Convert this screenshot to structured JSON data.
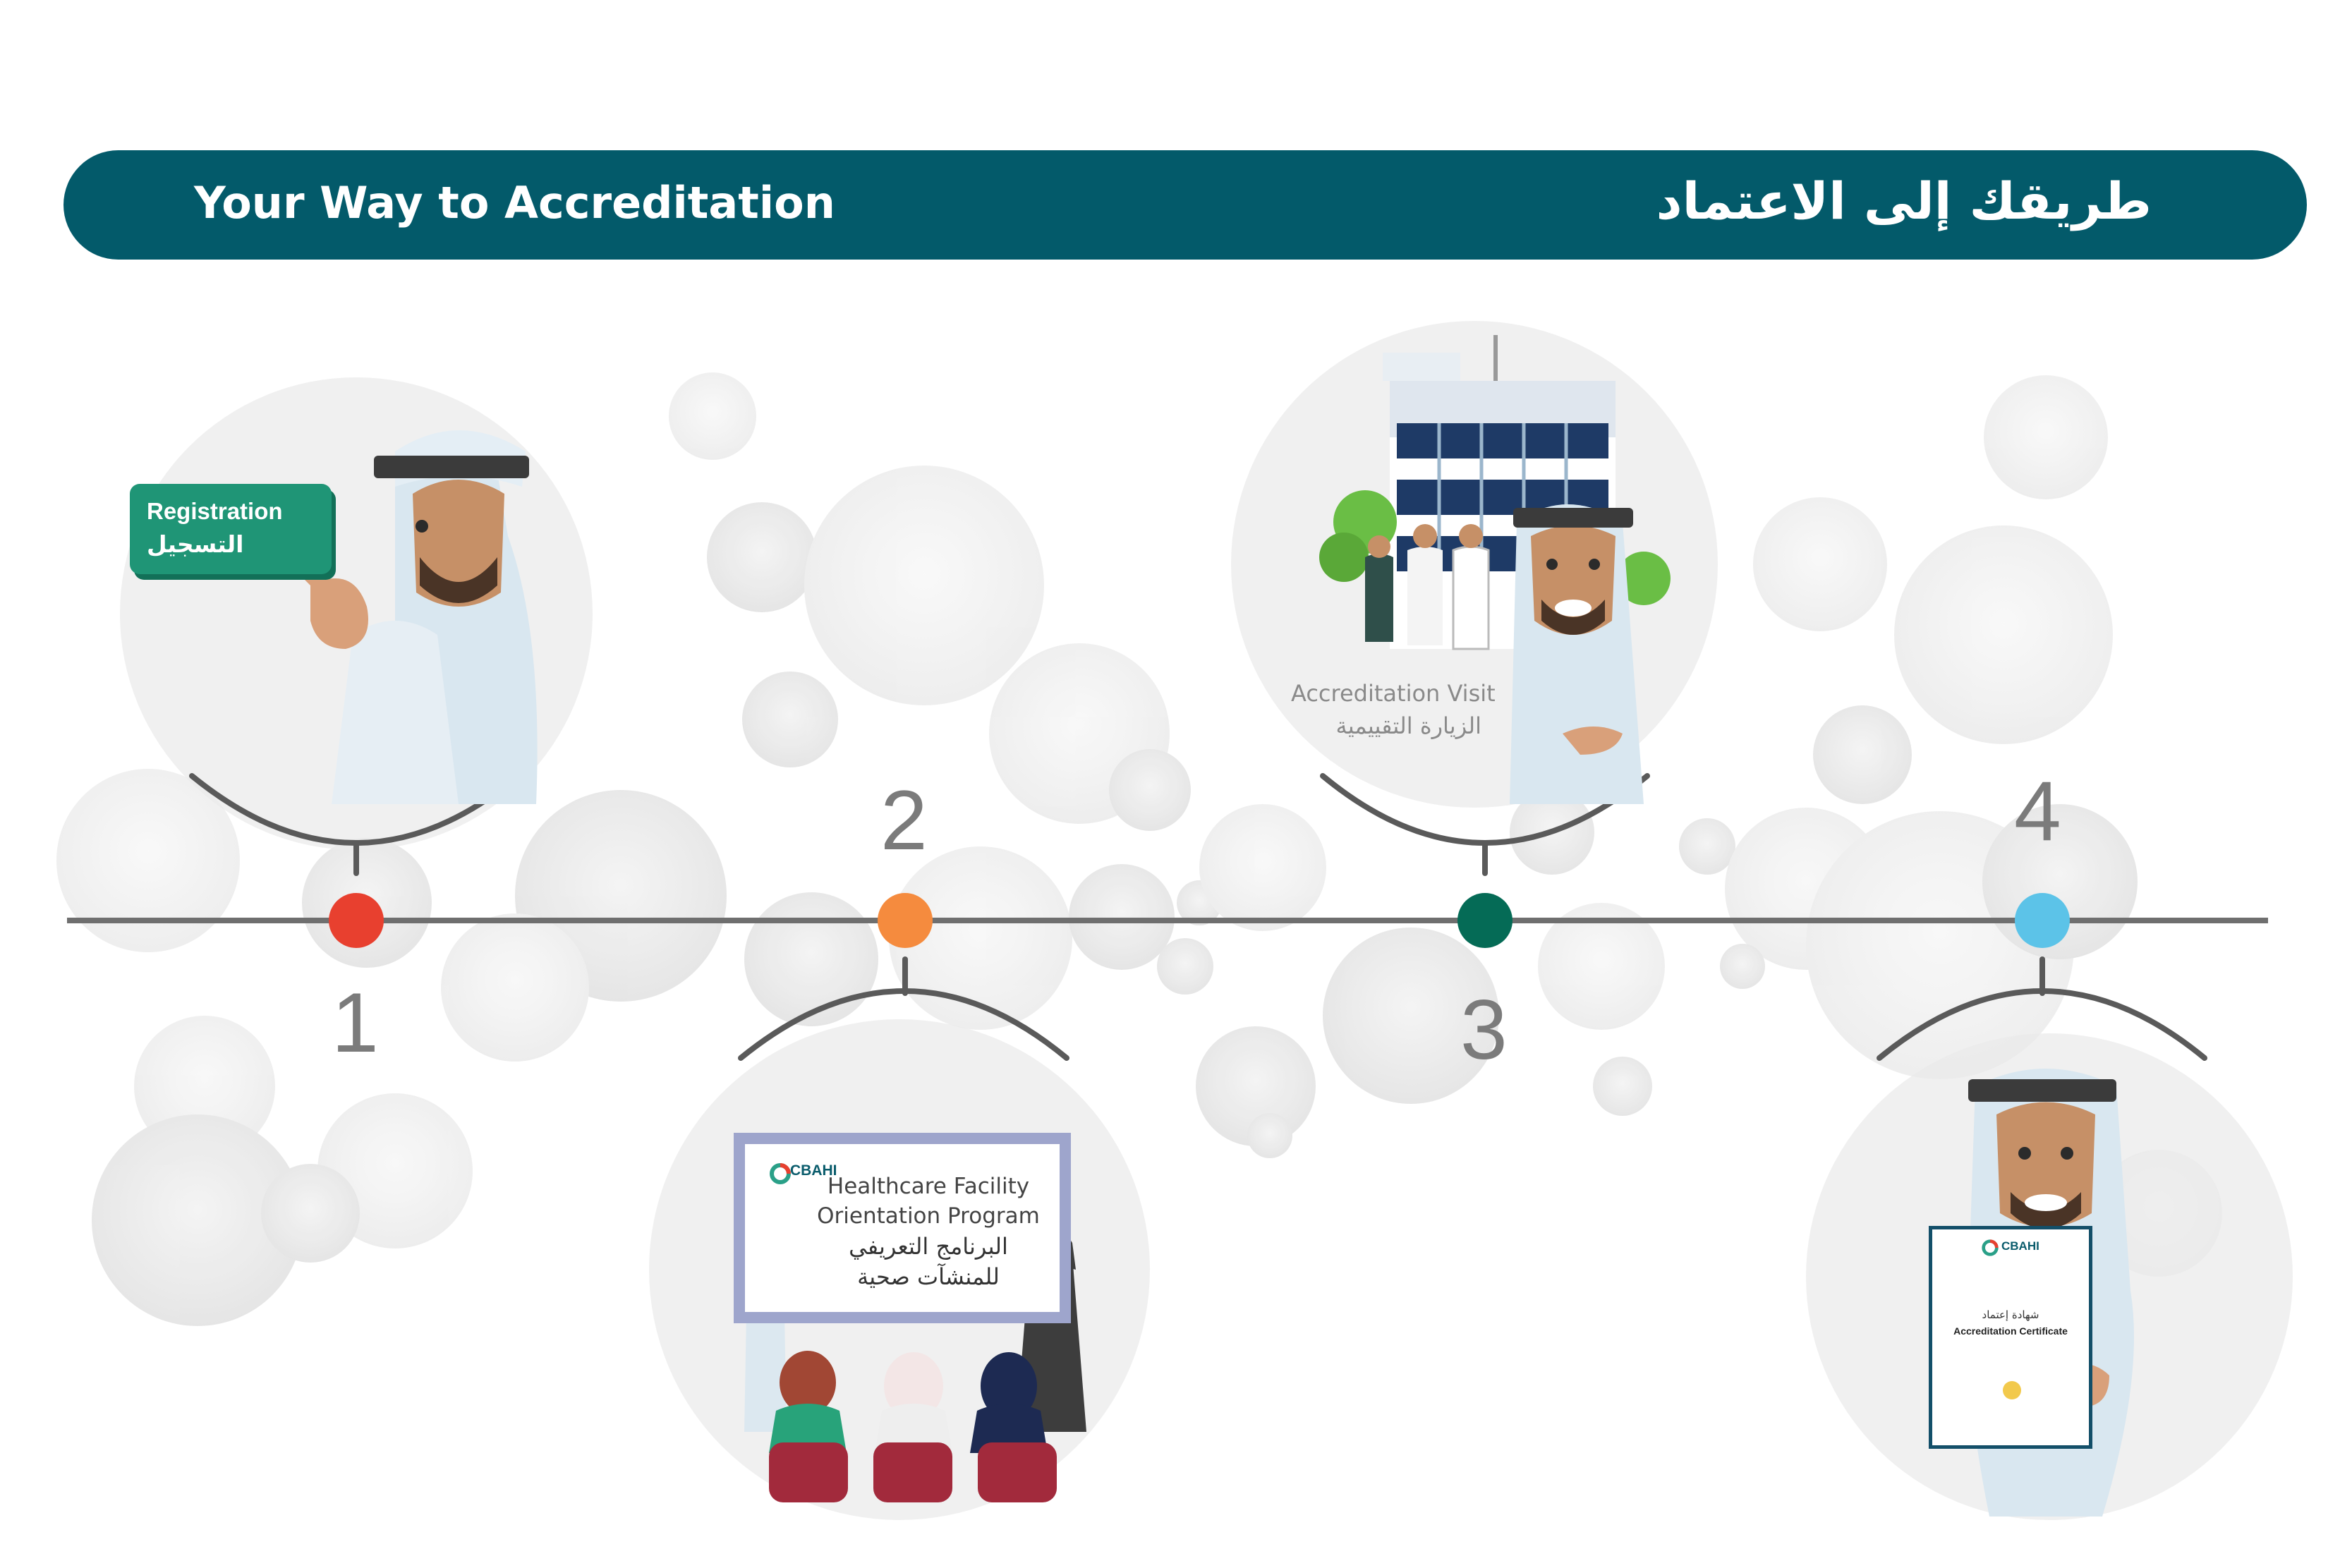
{
  "banner": {
    "title_en": "Your Way to Accreditation",
    "title_ar": "طريقك إلى الاعتماد",
    "color": "#035a6a"
  },
  "timeline": {
    "line_color": "#6f6f6f",
    "steps": [
      {
        "number": "1",
        "dot_color": "#e8402f"
      },
      {
        "number": "2",
        "dot_color": "#f58b3e"
      },
      {
        "number": "3",
        "dot_color": "#056b56"
      },
      {
        "number": "4",
        "dot_color": "#5cc3e8"
      }
    ]
  },
  "step1": {
    "sign_en": "Registration",
    "sign_ar": "التسجيل",
    "sign_color": "#1f9576"
  },
  "step2": {
    "logo": "CBAHI",
    "board_line1": "Healthcare Facility",
    "board_line2": "Orientation  Program",
    "board_ar_line1": "البرنامج التعريفي",
    "board_ar_line2": "للمنشآت صحية"
  },
  "step3": {
    "label_en": "Accreditation Visit",
    "label_ar": "الزيارة التقييمية"
  },
  "step4": {
    "logo": "CBAHI",
    "cert_ar": "شهادة إعتماد",
    "cert_en": "Accreditation Certificate"
  },
  "icons": [
    "man-pointing-icon",
    "classroom-icon",
    "hospital-building-icon",
    "certificate-icon"
  ]
}
